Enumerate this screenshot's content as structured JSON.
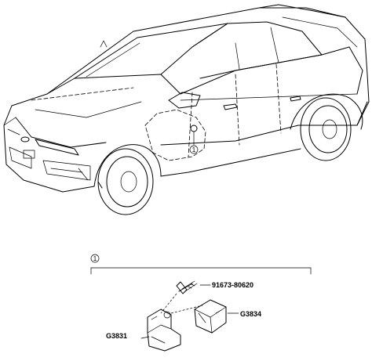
{
  "callout": {
    "number": "1"
  },
  "parts": {
    "bolt": "91673-80620",
    "sensor_left": "G3831",
    "sensor_right": "G3834"
  }
}
